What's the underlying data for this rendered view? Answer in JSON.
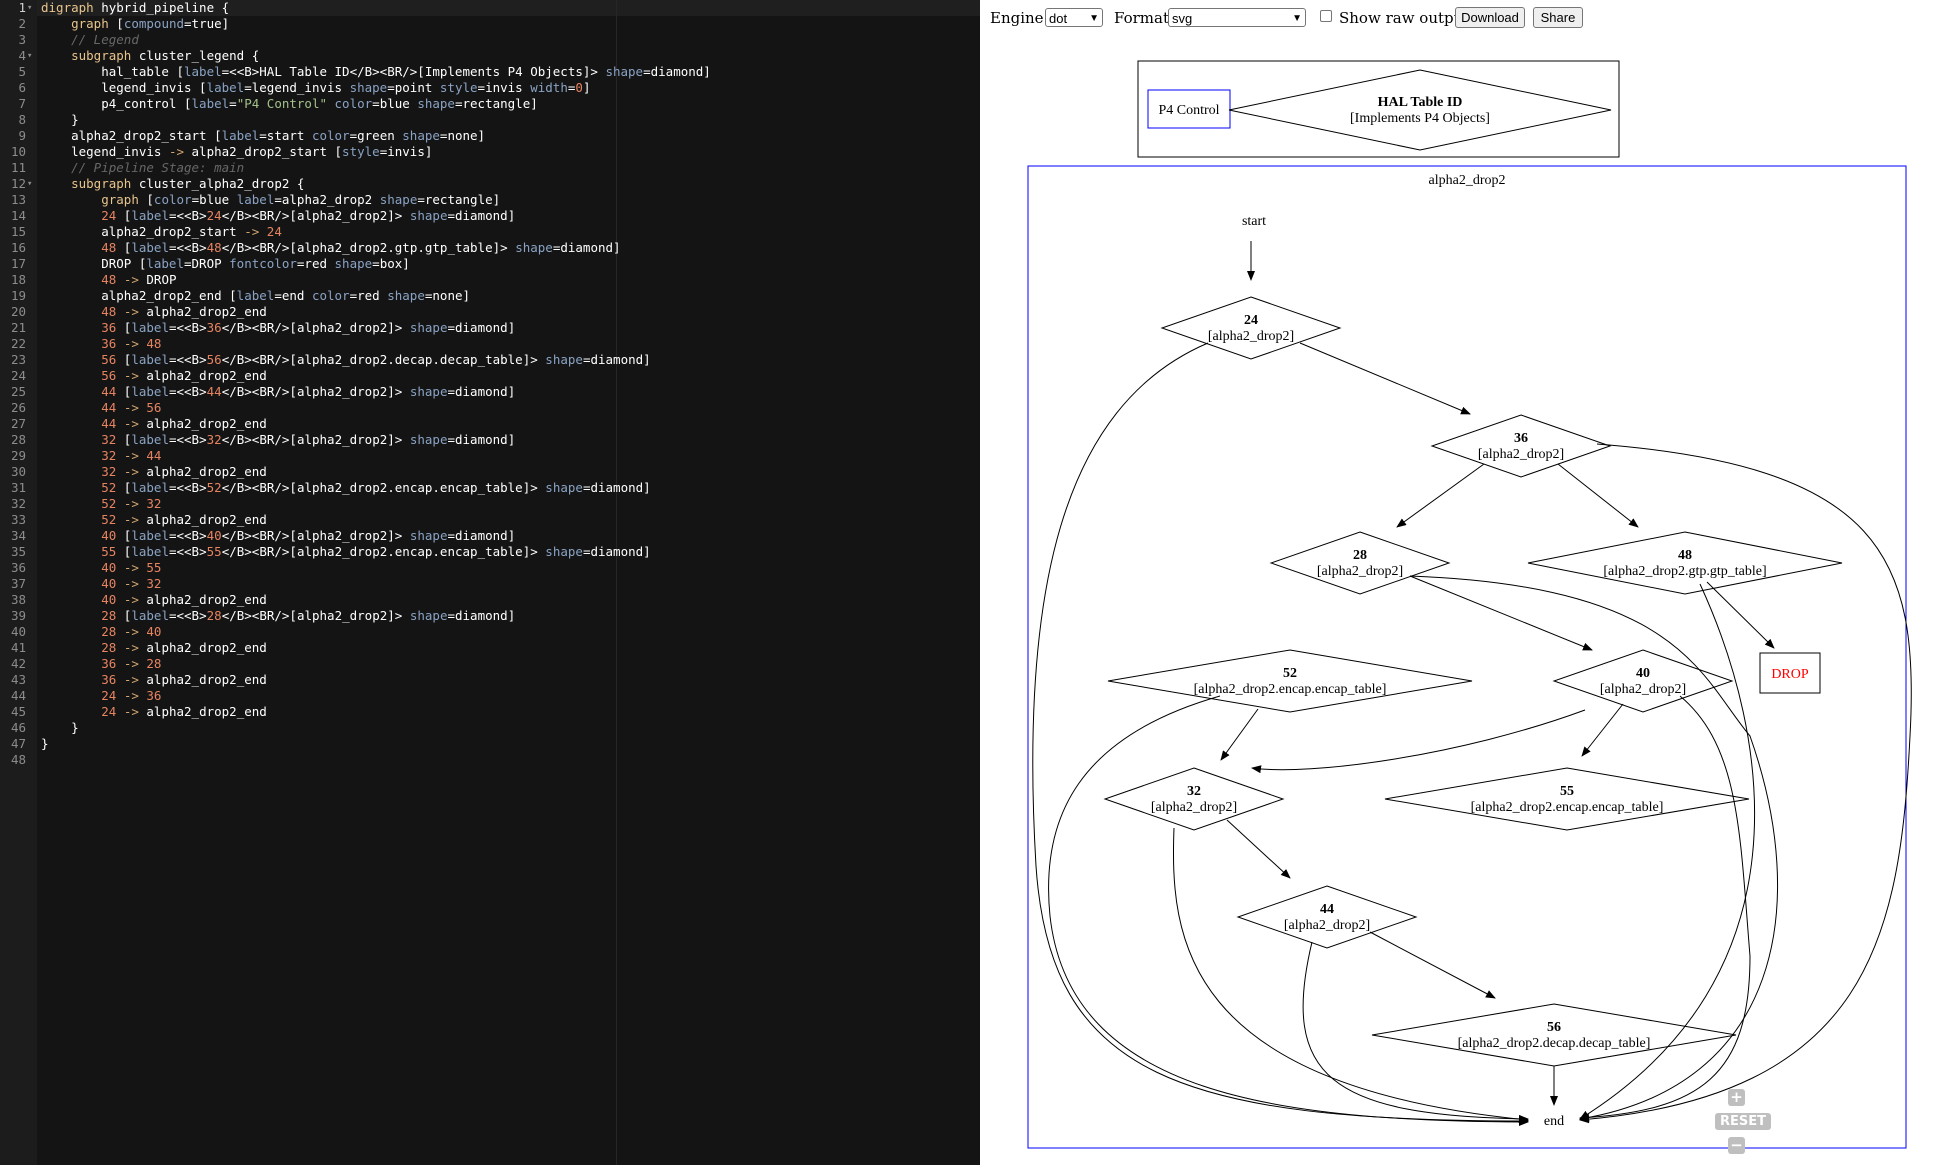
{
  "code_lines": [
    [
      [
        "kw",
        "digraph"
      ],
      [
        "tx",
        " hybrid_pipeline {"
      ]
    ],
    [
      [
        "tx",
        "    "
      ],
      [
        "kw",
        "graph"
      ],
      [
        "tx",
        " ["
      ],
      [
        "at",
        "compound"
      ],
      [
        "tx",
        "=true]"
      ]
    ],
    [
      [
        "tx",
        "    "
      ],
      [
        "cm",
        "// Legend"
      ]
    ],
    [
      [
        "tx",
        "    "
      ],
      [
        "kw",
        "subgraph"
      ],
      [
        "tx",
        " cluster_legend {"
      ]
    ],
    [
      [
        "tx",
        "        hal_table ["
      ],
      [
        "at",
        "label"
      ],
      [
        "tx",
        "=<<B>HAL Table ID</B><BR/>[Implements P4 Objects]> "
      ],
      [
        "at",
        "shape"
      ],
      [
        "tx",
        "=diamond]"
      ]
    ],
    [
      [
        "tx",
        "        legend_invis ["
      ],
      [
        "at",
        "label"
      ],
      [
        "tx",
        "=legend_invis "
      ],
      [
        "at",
        "shape"
      ],
      [
        "tx",
        "=point "
      ],
      [
        "at",
        "style"
      ],
      [
        "tx",
        "=invis "
      ],
      [
        "at",
        "width"
      ],
      [
        "tx",
        "="
      ],
      [
        "nm",
        "0"
      ],
      [
        "tx",
        "]"
      ]
    ],
    [
      [
        "tx",
        "        p4_control ["
      ],
      [
        "at",
        "label"
      ],
      [
        "tx",
        "="
      ],
      [
        "st",
        "\"P4 Control\""
      ],
      [
        "tx",
        " "
      ],
      [
        "at",
        "color"
      ],
      [
        "tx",
        "=blue "
      ],
      [
        "at",
        "shape"
      ],
      [
        "tx",
        "=rectangle]"
      ]
    ],
    [
      [
        "tx",
        "    }"
      ]
    ],
    [
      [
        "tx",
        "    alpha2_drop2_start ["
      ],
      [
        "at",
        "label"
      ],
      [
        "tx",
        "=start "
      ],
      [
        "at",
        "color"
      ],
      [
        "tx",
        "=green "
      ],
      [
        "at",
        "shape"
      ],
      [
        "tx",
        "=none]"
      ]
    ],
    [
      [
        "tx",
        "    legend_invis "
      ],
      [
        "op",
        "->"
      ],
      [
        "tx",
        " alpha2_drop2_start ["
      ],
      [
        "at",
        "style"
      ],
      [
        "tx",
        "=invis]"
      ]
    ],
    [
      [
        "tx",
        "    "
      ],
      [
        "cm",
        "// Pipeline Stage: main"
      ]
    ],
    [
      [
        "tx",
        "    "
      ],
      [
        "kw",
        "subgraph"
      ],
      [
        "tx",
        " cluster_alpha2_drop2 {"
      ]
    ],
    [
      [
        "tx",
        "        "
      ],
      [
        "kw",
        "graph"
      ],
      [
        "tx",
        " ["
      ],
      [
        "at",
        "color"
      ],
      [
        "tx",
        "=blue "
      ],
      [
        "at",
        "label"
      ],
      [
        "tx",
        "=alpha2_drop2 "
      ],
      [
        "at",
        "shape"
      ],
      [
        "tx",
        "=rectangle]"
      ]
    ],
    [
      [
        "tx",
        "        "
      ],
      [
        "nm",
        "24"
      ],
      [
        "tx",
        " ["
      ],
      [
        "at",
        "label"
      ],
      [
        "tx",
        "=<<B>"
      ],
      [
        "nm",
        "24"
      ],
      [
        "tx",
        "</B><BR/>[alpha2_drop2]> "
      ],
      [
        "at",
        "shape"
      ],
      [
        "tx",
        "=diamond]"
      ]
    ],
    [
      [
        "tx",
        "        alpha2_drop2_start "
      ],
      [
        "op",
        "->"
      ],
      [
        "tx",
        " "
      ],
      [
        "nm",
        "24"
      ]
    ],
    [
      [
        "tx",
        "        "
      ],
      [
        "nm",
        "48"
      ],
      [
        "tx",
        " ["
      ],
      [
        "at",
        "label"
      ],
      [
        "tx",
        "=<<B>"
      ],
      [
        "nm",
        "48"
      ],
      [
        "tx",
        "</B><BR/>[alpha2_drop2.gtp.gtp_table]> "
      ],
      [
        "at",
        "shape"
      ],
      [
        "tx",
        "=diamond]"
      ]
    ],
    [
      [
        "tx",
        "        DROP ["
      ],
      [
        "at",
        "label"
      ],
      [
        "tx",
        "=DROP "
      ],
      [
        "at",
        "fontcolor"
      ],
      [
        "tx",
        "=red "
      ],
      [
        "at",
        "shape"
      ],
      [
        "tx",
        "=box]"
      ]
    ],
    [
      [
        "tx",
        "        "
      ],
      [
        "nm",
        "48"
      ],
      [
        "tx",
        " "
      ],
      [
        "op",
        "->"
      ],
      [
        "tx",
        " DROP"
      ]
    ],
    [
      [
        "tx",
        "        alpha2_drop2_end ["
      ],
      [
        "at",
        "label"
      ],
      [
        "tx",
        "=end "
      ],
      [
        "at",
        "color"
      ],
      [
        "tx",
        "=red "
      ],
      [
        "at",
        "shape"
      ],
      [
        "tx",
        "=none]"
      ]
    ],
    [
      [
        "tx",
        "        "
      ],
      [
        "nm",
        "48"
      ],
      [
        "tx",
        " "
      ],
      [
        "op",
        "->"
      ],
      [
        "tx",
        " alpha2_drop2_end"
      ]
    ],
    [
      [
        "tx",
        "        "
      ],
      [
        "nm",
        "36"
      ],
      [
        "tx",
        " ["
      ],
      [
        "at",
        "label"
      ],
      [
        "tx",
        "=<<B>"
      ],
      [
        "nm",
        "36"
      ],
      [
        "tx",
        "</B><BR/>[alpha2_drop2]> "
      ],
      [
        "at",
        "shape"
      ],
      [
        "tx",
        "=diamond]"
      ]
    ],
    [
      [
        "tx",
        "        "
      ],
      [
        "nm",
        "36"
      ],
      [
        "tx",
        " "
      ],
      [
        "op",
        "->"
      ],
      [
        "tx",
        " "
      ],
      [
        "nm",
        "48"
      ]
    ],
    [
      [
        "tx",
        "        "
      ],
      [
        "nm",
        "56"
      ],
      [
        "tx",
        " ["
      ],
      [
        "at",
        "label"
      ],
      [
        "tx",
        "=<<B>"
      ],
      [
        "nm",
        "56"
      ],
      [
        "tx",
        "</B><BR/>[alpha2_drop2.decap.decap_table]> "
      ],
      [
        "at",
        "shape"
      ],
      [
        "tx",
        "=diamond]"
      ]
    ],
    [
      [
        "tx",
        "        "
      ],
      [
        "nm",
        "56"
      ],
      [
        "tx",
        " "
      ],
      [
        "op",
        "->"
      ],
      [
        "tx",
        " alpha2_drop2_end"
      ]
    ],
    [
      [
        "tx",
        "        "
      ],
      [
        "nm",
        "44"
      ],
      [
        "tx",
        " ["
      ],
      [
        "at",
        "label"
      ],
      [
        "tx",
        "=<<B>"
      ],
      [
        "nm",
        "44"
      ],
      [
        "tx",
        "</B><BR/>[alpha2_drop2]> "
      ],
      [
        "at",
        "shape"
      ],
      [
        "tx",
        "=diamond]"
      ]
    ],
    [
      [
        "tx",
        "        "
      ],
      [
        "nm",
        "44"
      ],
      [
        "tx",
        " "
      ],
      [
        "op",
        "->"
      ],
      [
        "tx",
        " "
      ],
      [
        "nm",
        "56"
      ]
    ],
    [
      [
        "tx",
        "        "
      ],
      [
        "nm",
        "44"
      ],
      [
        "tx",
        " "
      ],
      [
        "op",
        "->"
      ],
      [
        "tx",
        " alpha2_drop2_end"
      ]
    ],
    [
      [
        "tx",
        "        "
      ],
      [
        "nm",
        "32"
      ],
      [
        "tx",
        " ["
      ],
      [
        "at",
        "label"
      ],
      [
        "tx",
        "=<<B>"
      ],
      [
        "nm",
        "32"
      ],
      [
        "tx",
        "</B><BR/>[alpha2_drop2]> "
      ],
      [
        "at",
        "shape"
      ],
      [
        "tx",
        "=diamond]"
      ]
    ],
    [
      [
        "tx",
        "        "
      ],
      [
        "nm",
        "32"
      ],
      [
        "tx",
        " "
      ],
      [
        "op",
        "->"
      ],
      [
        "tx",
        " "
      ],
      [
        "nm",
        "44"
      ]
    ],
    [
      [
        "tx",
        "        "
      ],
      [
        "nm",
        "32"
      ],
      [
        "tx",
        " "
      ],
      [
        "op",
        "->"
      ],
      [
        "tx",
        " alpha2_drop2_end"
      ]
    ],
    [
      [
        "tx",
        "        "
      ],
      [
        "nm",
        "52"
      ],
      [
        "tx",
        " ["
      ],
      [
        "at",
        "label"
      ],
      [
        "tx",
        "=<<B>"
      ],
      [
        "nm",
        "52"
      ],
      [
        "tx",
        "</B><BR/>[alpha2_drop2.encap.encap_table]> "
      ],
      [
        "at",
        "shape"
      ],
      [
        "tx",
        "=diamond]"
      ]
    ],
    [
      [
        "tx",
        "        "
      ],
      [
        "nm",
        "52"
      ],
      [
        "tx",
        " "
      ],
      [
        "op",
        "->"
      ],
      [
        "tx",
        " "
      ],
      [
        "nm",
        "32"
      ]
    ],
    [
      [
        "tx",
        "        "
      ],
      [
        "nm",
        "52"
      ],
      [
        "tx",
        " "
      ],
      [
        "op",
        "->"
      ],
      [
        "tx",
        " alpha2_drop2_end"
      ]
    ],
    [
      [
        "tx",
        "        "
      ],
      [
        "nm",
        "40"
      ],
      [
        "tx",
        " ["
      ],
      [
        "at",
        "label"
      ],
      [
        "tx",
        "=<<B>"
      ],
      [
        "nm",
        "40"
      ],
      [
        "tx",
        "</B><BR/>[alpha2_drop2]> "
      ],
      [
        "at",
        "shape"
      ],
      [
        "tx",
        "=diamond]"
      ]
    ],
    [
      [
        "tx",
        "        "
      ],
      [
        "nm",
        "55"
      ],
      [
        "tx",
        " ["
      ],
      [
        "at",
        "label"
      ],
      [
        "tx",
        "=<<B>"
      ],
      [
        "nm",
        "55"
      ],
      [
        "tx",
        "</B><BR/>[alpha2_drop2.encap.encap_table]> "
      ],
      [
        "at",
        "shape"
      ],
      [
        "tx",
        "=diamond]"
      ]
    ],
    [
      [
        "tx",
        "        "
      ],
      [
        "nm",
        "40"
      ],
      [
        "tx",
        " "
      ],
      [
        "op",
        "->"
      ],
      [
        "tx",
        " "
      ],
      [
        "nm",
        "55"
      ]
    ],
    [
      [
        "tx",
        "        "
      ],
      [
        "nm",
        "40"
      ],
      [
        "tx",
        " "
      ],
      [
        "op",
        "->"
      ],
      [
        "tx",
        " "
      ],
      [
        "nm",
        "32"
      ]
    ],
    [
      [
        "tx",
        "        "
      ],
      [
        "nm",
        "40"
      ],
      [
        "tx",
        " "
      ],
      [
        "op",
        "->"
      ],
      [
        "tx",
        " alpha2_drop2_end"
      ]
    ],
    [
      [
        "tx",
        "        "
      ],
      [
        "nm",
        "28"
      ],
      [
        "tx",
        " ["
      ],
      [
        "at",
        "label"
      ],
      [
        "tx",
        "=<<B>"
      ],
      [
        "nm",
        "28"
      ],
      [
        "tx",
        "</B><BR/>[alpha2_drop2]> "
      ],
      [
        "at",
        "shape"
      ],
      [
        "tx",
        "=diamond]"
      ]
    ],
    [
      [
        "tx",
        "        "
      ],
      [
        "nm",
        "28"
      ],
      [
        "tx",
        " "
      ],
      [
        "op",
        "->"
      ],
      [
        "tx",
        " "
      ],
      [
        "nm",
        "40"
      ]
    ],
    [
      [
        "tx",
        "        "
      ],
      [
        "nm",
        "28"
      ],
      [
        "tx",
        " "
      ],
      [
        "op",
        "->"
      ],
      [
        "tx",
        " alpha2_drop2_end"
      ]
    ],
    [
      [
        "tx",
        "        "
      ],
      [
        "nm",
        "36"
      ],
      [
        "tx",
        " "
      ],
      [
        "op",
        "->"
      ],
      [
        "tx",
        " "
      ],
      [
        "nm",
        "28"
      ]
    ],
    [
      [
        "tx",
        "        "
      ],
      [
        "nm",
        "36"
      ],
      [
        "tx",
        " "
      ],
      [
        "op",
        "->"
      ],
      [
        "tx",
        " alpha2_drop2_end"
      ]
    ],
    [
      [
        "tx",
        "        "
      ],
      [
        "nm",
        "24"
      ],
      [
        "tx",
        " "
      ],
      [
        "op",
        "->"
      ],
      [
        "tx",
        " "
      ],
      [
        "nm",
        "36"
      ]
    ],
    [
      [
        "tx",
        "        "
      ],
      [
        "nm",
        "24"
      ],
      [
        "tx",
        " "
      ],
      [
        "op",
        "->"
      ],
      [
        "tx",
        " alpha2_drop2_end"
      ]
    ],
    [
      [
        "tx",
        "    }"
      ]
    ],
    [
      [
        "tx",
        "}"
      ]
    ],
    []
  ],
  "toolbar": {
    "engine_label": "Engine:",
    "engine_value": "dot",
    "format_label": "Format:",
    "format_value": "svg",
    "raw_label": "Show raw output",
    "raw_checked": false,
    "download_label": "Download",
    "share_label": "Share"
  },
  "graph": {
    "legend": {
      "control_label": "P4 Control",
      "table_title": "HAL Table ID",
      "table_sub": "[Implements P4 Objects]"
    },
    "cluster_label": "alpha2_drop2",
    "start_label": "start",
    "end_label": "end",
    "drop_label": "DROP",
    "nodes": [
      {
        "id": "24",
        "sub": "[alpha2_drop2]"
      },
      {
        "id": "36",
        "sub": "[alpha2_drop2]"
      },
      {
        "id": "28",
        "sub": "[alpha2_drop2]"
      },
      {
        "id": "48",
        "sub": "[alpha2_drop2.gtp.gtp_table]"
      },
      {
        "id": "52",
        "sub": "[alpha2_drop2.encap.encap_table]"
      },
      {
        "id": "40",
        "sub": "[alpha2_drop2]"
      },
      {
        "id": "32",
        "sub": "[alpha2_drop2]"
      },
      {
        "id": "55",
        "sub": "[alpha2_drop2.encap.encap_table]"
      },
      {
        "id": "44",
        "sub": "[alpha2_drop2]"
      },
      {
        "id": "56",
        "sub": "[alpha2_drop2.decap.decap_table]"
      }
    ],
    "colors": {
      "cluster": "#0000ff",
      "control": "#0000ff",
      "drop": "#ff0000",
      "edge": "#000000"
    }
  },
  "zoom": {
    "in_label": "+",
    "reset_label": "RESET",
    "out_label": "−"
  }
}
